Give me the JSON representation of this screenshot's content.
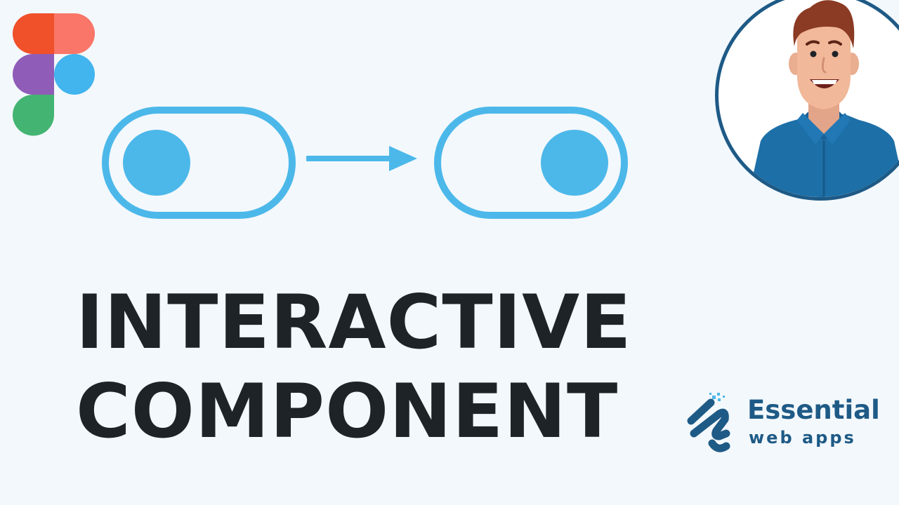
{
  "title": {
    "line1": "INTERACTIVE",
    "line2": "COMPONENT"
  },
  "brand": {
    "name": "Essential",
    "tagline": "web apps"
  },
  "icons": {
    "logo": "figma-logo-icon",
    "arrow": "arrow-right-icon",
    "brand": "essential-web-apps-logo-icon",
    "avatar": "presenter-avatar"
  },
  "toggles": {
    "before": "off",
    "after": "on"
  },
  "colors": {
    "background": "#f3f8fc",
    "accent": "#4cb8ea",
    "title": "#1e2327",
    "brand": "#1e5a86",
    "figma_red": "#f24e1e",
    "figma_coral": "#ff7262",
    "figma_purple": "#a259ff",
    "figma_blue": "#1abcfe",
    "figma_green": "#0acf83"
  }
}
